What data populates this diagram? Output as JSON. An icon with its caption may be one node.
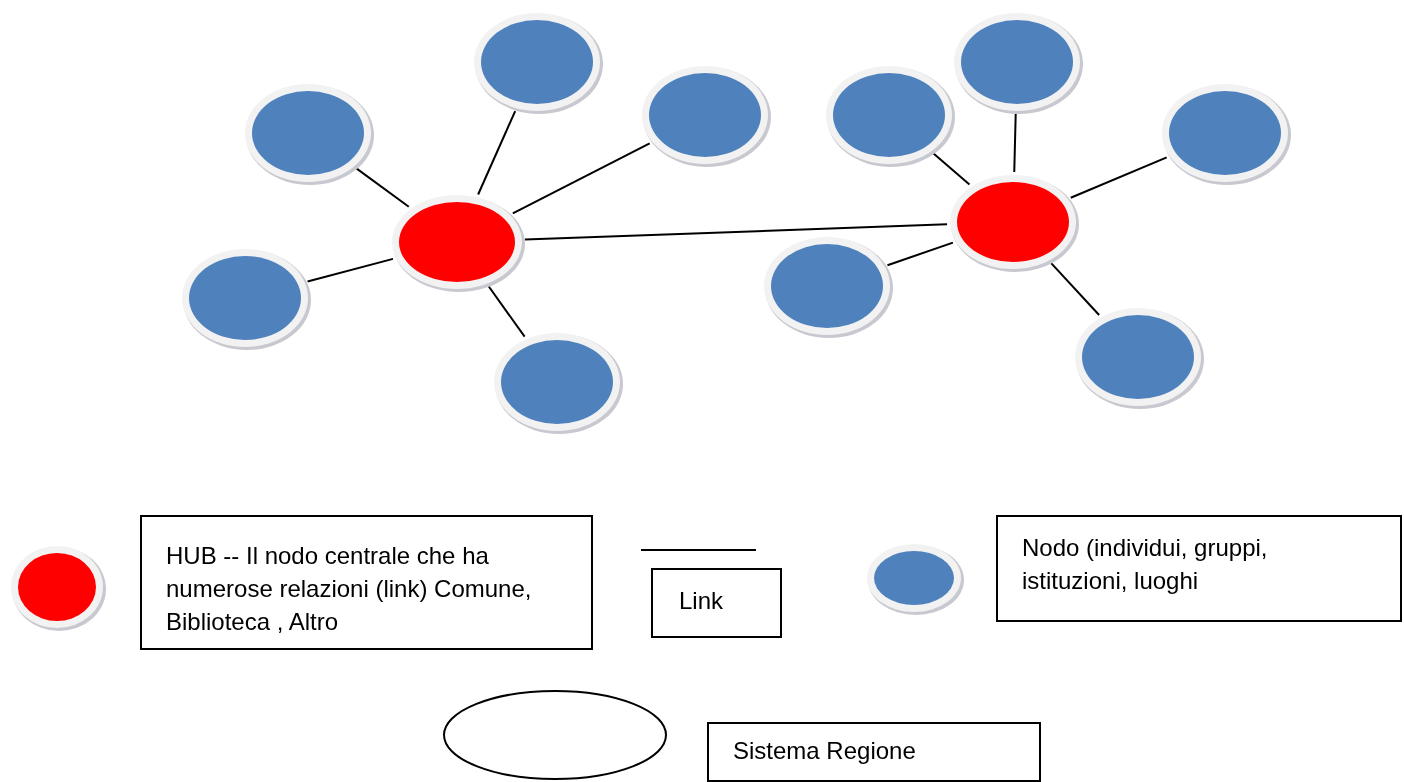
{
  "diagram": {
    "nodes": [
      {
        "text": [],
        "shape": "circle"
      },
      {
        "text": [],
        "shape": "circle"
      },
      {
        "text": [],
        "shape": "circle"
      },
      {
        "text": [],
        "shape": "circle"
      },
      {
        "text": [],
        "shape": "circle"
      },
      {
        "text": [],
        "shape": "circle"
      },
      {
        "text": [],
        "shape": "circle"
      },
      {
        "text": [],
        "shape": "circle"
      },
      {
        "text": [],
        "shape": "circle"
      },
      {
        "text": [],
        "shape": "circle"
      },
      {
        "text": [],
        "shape": "circle"
      },
      {
        "text": [],
        "shape": "circle"
      }
    ],
    "edges": [
      {
        "from": 2,
        "to": 1,
        "arrow": "none"
      },
      {
        "from": 2,
        "to": 3,
        "arrow": "none"
      },
      {
        "from": 2,
        "to": 5,
        "arrow": "none"
      },
      {
        "from": 2,
        "to": 0,
        "arrow": "none"
      },
      {
        "from": 2,
        "to": 4,
        "arrow": "none"
      },
      {
        "from": 2,
        "to": 8,
        "arrow": "none"
      },
      {
        "from": 8,
        "to": 7,
        "arrow": "none"
      },
      {
        "from": 8,
        "to": 9,
        "arrow": "none"
      },
      {
        "from": 8,
        "to": 11,
        "arrow": "none"
      },
      {
        "from": 8,
        "to": 6,
        "arrow": "none"
      },
      {
        "from": 8,
        "to": 10,
        "arrow": "none"
      }
    ],
    "legend": [
      {
        "text": "HUB -- Il nodo centrale che ha numerose relazioni (link) Comune, Biblioteca , Altro",
        "color": "#ff0000"
      },
      {
        "text": "Link"
      },
      {
        "text": "Nodo (individui, gruppi, istituzioni, luoghi",
        "color": "#4f81bd"
      },
      {
        "text": "Sistema Regione"
      }
    ]
  }
}
